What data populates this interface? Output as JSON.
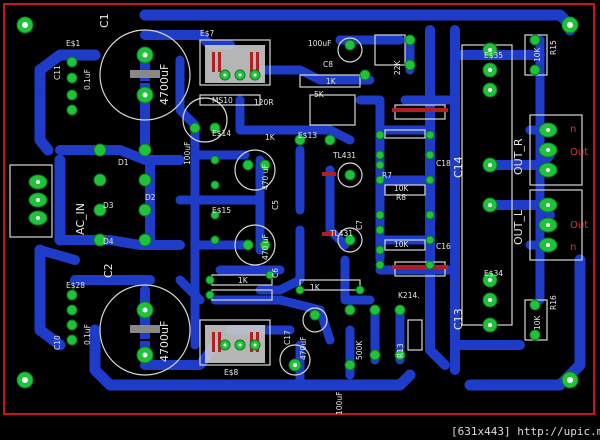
{
  "colors": {
    "background": "#000000",
    "trace": "#1f3cc8",
    "border": "#c8141e",
    "silk": "#e8e8e8",
    "pad": "#1fc23a",
    "drill": "#ffffff"
  },
  "labels": {
    "c1": "C1",
    "cap_c1": "4700uF",
    "c2": "C2",
    "cap_c2": "4700uF",
    "ac_in": "AC_IN",
    "out_r": "OUT_R",
    "out_l": "OUT_L",
    "c13": "C13",
    "c14": "C14",
    "r15": "R15",
    "r16": "R16",
    "k10_r": "10K",
    "k10_r2": "10K",
    "c11": "C11",
    "c11v": "0.1uF",
    "c10": "C10",
    "c10v": "0.1uF",
    "d1": "D1",
    "d2": "D2",
    "d3": "D3",
    "d4": "D4",
    "es1": "E$1",
    "es7": "E$7",
    "es8": "E$8",
    "es28": "E$28",
    "es34": "E$34",
    "es35": "E$35",
    "es13": "E$13",
    "es14": "E$14",
    "es15": "E$15",
    "c8": "C8",
    "uf100": "100uF",
    "k1a": "1K",
    "k1b": "1K",
    "k1c": "1K",
    "k1d": "1K",
    "k5": "5K",
    "r120": "120R",
    "ms10": "MS10",
    "uf470a": "470 uF",
    "uf470b": "470 uF",
    "c5": "C5",
    "c6": "C6",
    "c7": "C7",
    "c17": "C17",
    "uf470c": "470uF",
    "k500": "500K",
    "r13": "R13",
    "r7": "R7",
    "r8": "R8",
    "k10a": "10K",
    "k10b": "10K",
    "c18": "C18",
    "c16": "C16",
    "k214": "K214.",
    "tl431a": "TL431",
    "tl431b": "TL431",
    "n1": "n",
    "n2": "n",
    "out1": "Out",
    "out2": "Out",
    "uf100b": "100uF",
    "uf100c": "100uF",
    "k22": "22K"
  },
  "footer": "[631x443] http://upic.me/"
}
